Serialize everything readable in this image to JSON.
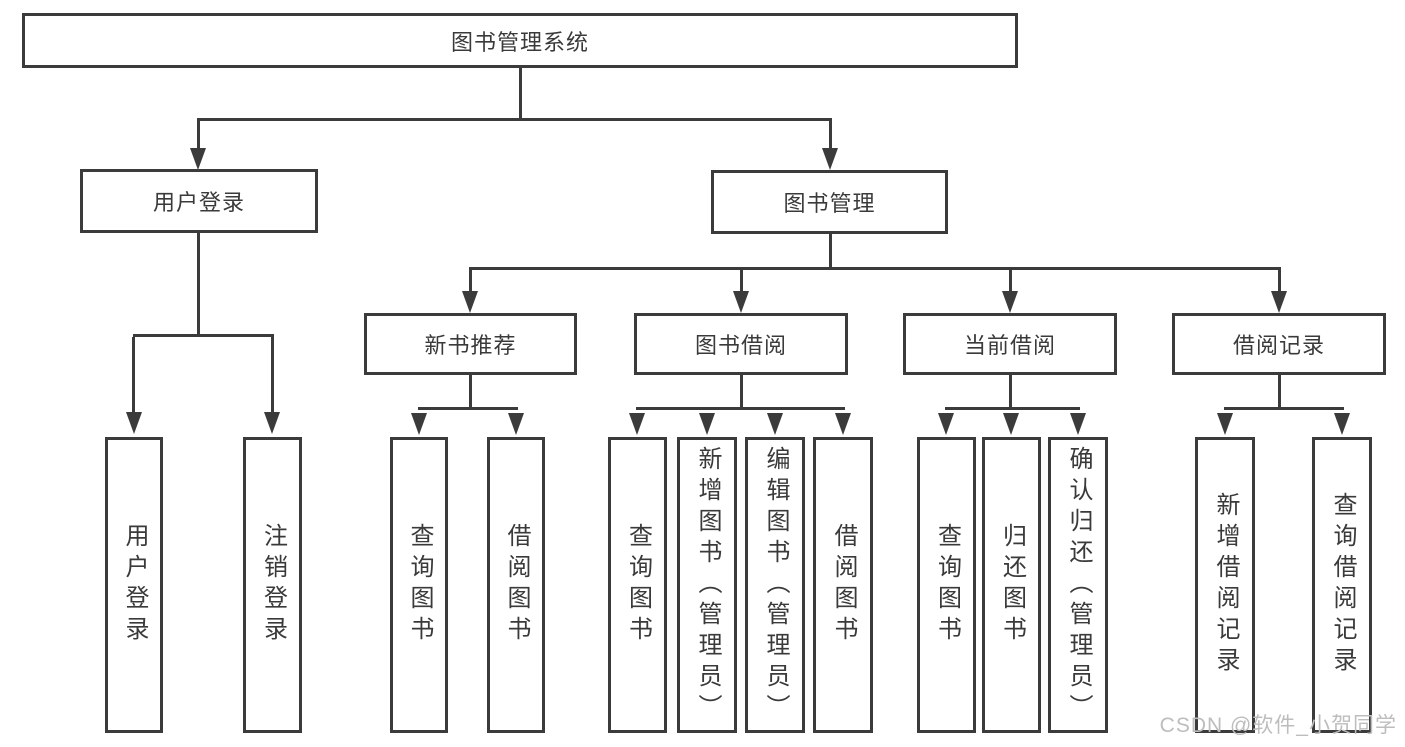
{
  "diagram_type": "functional-structure-tree",
  "colors": {
    "line": "#3b3b3b",
    "text": "#3a3a3a",
    "background": "#ffffff",
    "watermark": "#bdbdbd"
  },
  "watermark": "CSDN @软件_小贺同学",
  "tree": {
    "root": {
      "label": "图书管理系统",
      "children": [
        {
          "label": "用户登录",
          "children": [
            {
              "label": "用户登录"
            },
            {
              "label": "注销登录"
            }
          ]
        },
        {
          "label": "图书管理",
          "children": [
            {
              "label": "新书推荐",
              "children": [
                {
                  "label": "查询图书"
                },
                {
                  "label": "借阅图书"
                }
              ]
            },
            {
              "label": "图书借阅",
              "children": [
                {
                  "label": "查询图书"
                },
                {
                  "label": "新增图书（管理员）"
                },
                {
                  "label": "编辑图书（管理员）"
                },
                {
                  "label": "借阅图书"
                }
              ]
            },
            {
              "label": "当前借阅",
              "children": [
                {
                  "label": "查询图书"
                },
                {
                  "label": "归还图书"
                },
                {
                  "label": "确认归还（管理员）"
                }
              ]
            },
            {
              "label": "借阅记录",
              "children": [
                {
                  "label": "新增借阅记录"
                },
                {
                  "label": "查询借阅记录"
                }
              ]
            }
          ]
        }
      ]
    }
  }
}
